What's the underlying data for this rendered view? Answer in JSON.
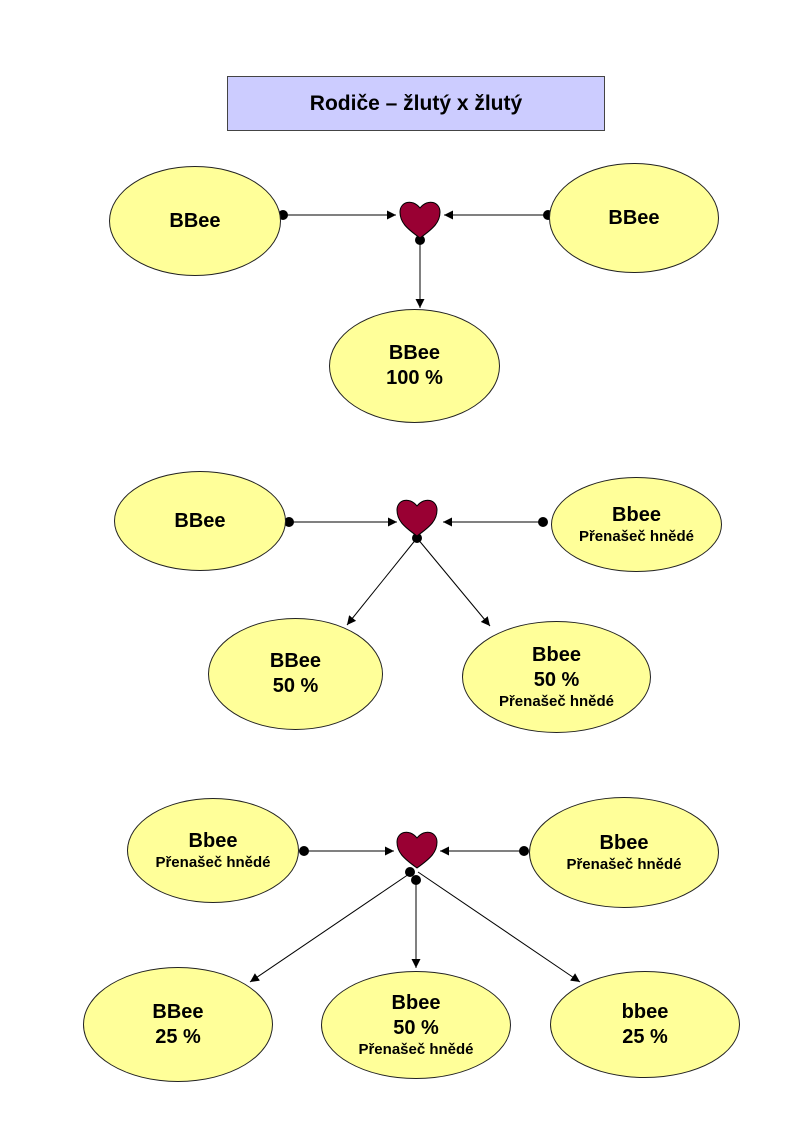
{
  "title": "Rodiče – žlutý x žlutý",
  "crosses": [
    {
      "parents": [
        {
          "genotype": "BBee",
          "note": ""
        },
        {
          "genotype": "BBee",
          "note": ""
        }
      ],
      "offspring": [
        {
          "genotype": "BBee",
          "percent": "100 %",
          "note": ""
        }
      ]
    },
    {
      "parents": [
        {
          "genotype": "BBee",
          "note": ""
        },
        {
          "genotype": "Bbee",
          "note": "Přenašeč hnědé"
        }
      ],
      "offspring": [
        {
          "genotype": "BBee",
          "percent": "50 %",
          "note": ""
        },
        {
          "genotype": "Bbee",
          "percent": "50 %",
          "note": "Přenašeč hnědé"
        }
      ]
    },
    {
      "parents": [
        {
          "genotype": "Bbee",
          "note": "Přenašeč hnědé"
        },
        {
          "genotype": "Bbee",
          "note": "Přenašeč hnědé"
        }
      ],
      "offspring": [
        {
          "genotype": "BBee",
          "percent": "25 %",
          "note": ""
        },
        {
          "genotype": "Bbee",
          "percent": "50 %",
          "note": "Přenašeč hnědé"
        },
        {
          "genotype": "bbee",
          "percent": "25 %",
          "note": ""
        }
      ]
    }
  ],
  "colors": {
    "node_fill": "#ffff99",
    "title_fill": "#ccccff",
    "heart": "#990033"
  }
}
